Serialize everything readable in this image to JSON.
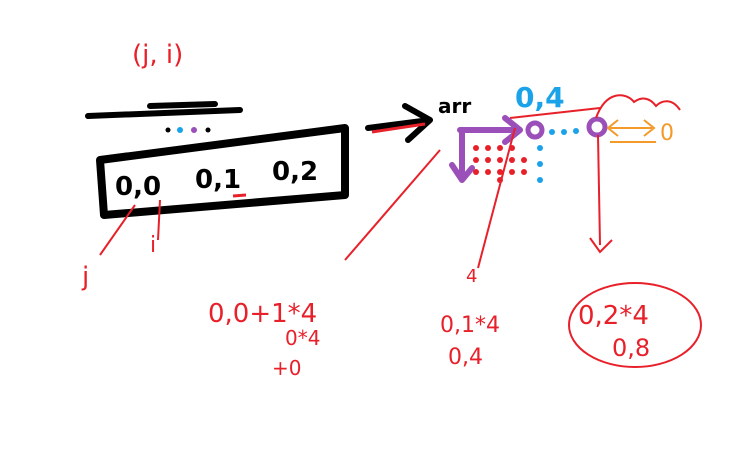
{
  "labels": {
    "top_pair": "(j, i)",
    "cell_a": "0,0",
    "cell_b": "0,1",
    "cell_c": "0,2",
    "j": "j",
    "i": "i",
    "arr": "arr",
    "blue_coord": "0,4",
    "right_zero": "0",
    "four": "4",
    "formula_left_1": "0,0+1*4",
    "formula_left_2": "0*4",
    "formula_left_3": "+0",
    "formula_mid_1": "0,1*4",
    "formula_mid_2": "0,4",
    "formula_right_1": "0,2*4",
    "formula_right_2": "0,8"
  },
  "colors": {
    "black": "#000000",
    "red": "#e8202a",
    "blue": "#1aa3e8",
    "purple": "#9b4fb8",
    "orange": "#f39a2b"
  }
}
